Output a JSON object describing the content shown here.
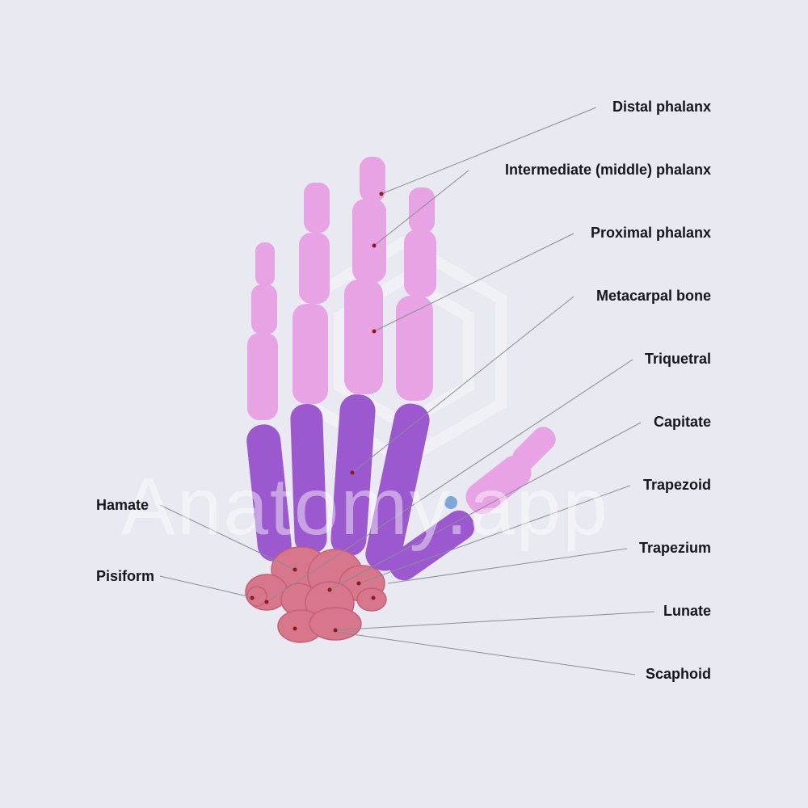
{
  "watermark": "Anatomy.app",
  "labels": {
    "distal_phalanx": "Distal phalanx",
    "intermediate_phalanx": "Intermediate (middle) phalanx",
    "proximal_phalanx": "Proximal phalanx",
    "metacarpal_bone": "Metacarpal bone",
    "triquetral": "Triquetral",
    "capitate": "Capitate",
    "trapezoid": "Trapezoid",
    "trapezium": "Trapezium",
    "lunate": "Lunate",
    "scaphoid": "Scaphoid",
    "hamate": "Hamate",
    "pisiform": "Pisiform"
  },
  "colors": {
    "background": "#e9e9f1",
    "phalanges": "#e7a3e4",
    "metacarpals": "#9b58cf",
    "carpals": "#d8768c",
    "sesamoid": "#7ea6d8",
    "pointer": "#8b1a1a",
    "leader_line": "#8c8c98"
  }
}
